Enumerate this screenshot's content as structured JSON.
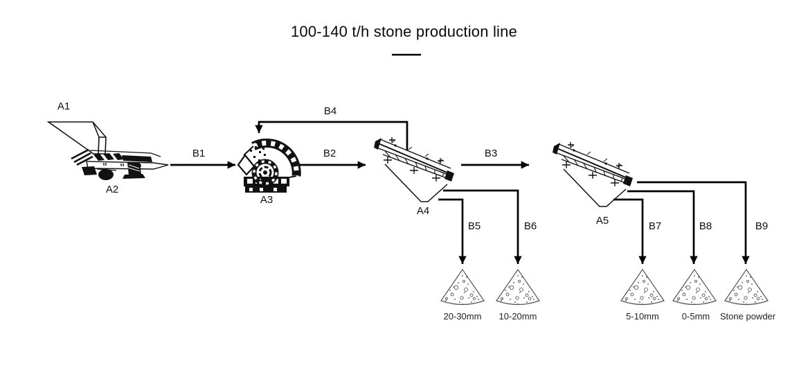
{
  "title": "100-140 t/h stone production line",
  "machines": {
    "a1": {
      "label": "A1"
    },
    "a2": {
      "label": "A2"
    },
    "a3": {
      "label": "A3"
    },
    "a4": {
      "label": "A4"
    },
    "a5": {
      "label": "A5"
    }
  },
  "flows": {
    "b1": {
      "label": "B1",
      "from": "A2",
      "to": "A3"
    },
    "b2": {
      "label": "B2",
      "from": "A3",
      "to": "A4"
    },
    "b3": {
      "label": "B3",
      "from": "A4",
      "to": "A5"
    },
    "b4": {
      "label": "B4",
      "from": "A4",
      "to": "A3"
    },
    "b5": {
      "label": "B5",
      "from": "A4",
      "to": "20-30mm"
    },
    "b6": {
      "label": "B6",
      "from": "A4",
      "to": "10-20mm"
    },
    "b7": {
      "label": "B7",
      "from": "A5",
      "to": "5-10mm"
    },
    "b8": {
      "label": "B8",
      "from": "A5",
      "to": "0-5mm"
    },
    "b9": {
      "label": "B9",
      "from": "A5",
      "to": "Stone powder"
    }
  },
  "products": {
    "p1": {
      "label": "20-30mm"
    },
    "p2": {
      "label": "10-20mm"
    },
    "p3": {
      "label": "5-10mm"
    },
    "p4": {
      "label": "0-5mm"
    },
    "p5": {
      "label": "Stone powder"
    }
  },
  "colors": {
    "line": "#000000",
    "ink": "#111111",
    "pile_outline": "#555555"
  }
}
